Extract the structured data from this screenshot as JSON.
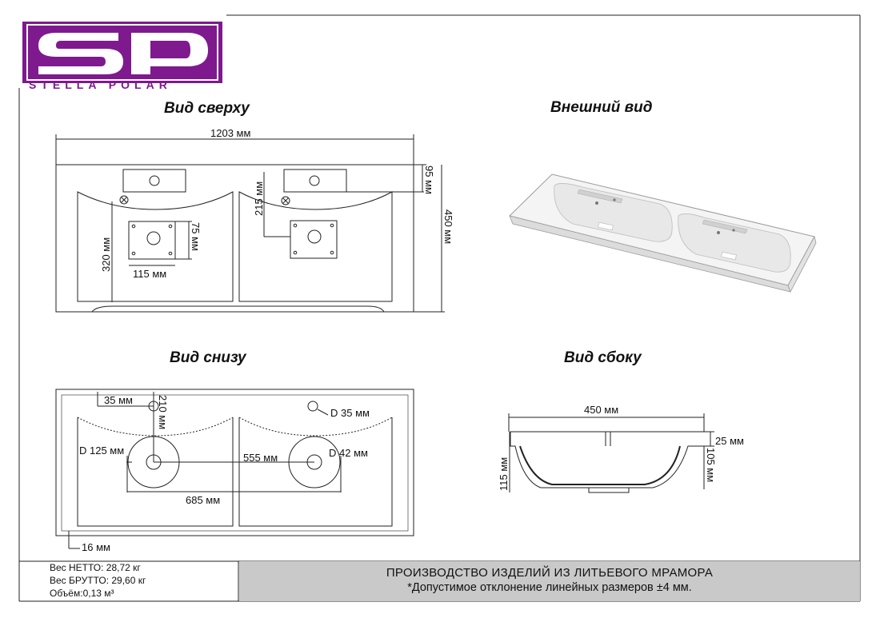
{
  "logo": {
    "letters": "SP",
    "brand_name": "STELLA POLAR",
    "bg_color": "#7e1a8e"
  },
  "views": {
    "top": "Вид сверху",
    "exterior": "Внешний вид",
    "bottom": "Вид снизу",
    "side": "Вид сбоку"
  },
  "top_dims": {
    "width": "1203 мм",
    "depth": "450 мм",
    "faucet_offset": "95 мм",
    "drain_offset": "215 мм",
    "bowl_depth": "320 мм",
    "bracket_height": "75 мм",
    "bracket_width": "115 мм"
  },
  "bottom_dims": {
    "hole_x": "35 мм",
    "hole_y": "210 мм",
    "faucet_hole_d": "D 35 мм",
    "drain_d_left": "D 125 мм",
    "between_bowls": "555 мм",
    "drain_d_right": "D 42 мм",
    "drain_spacing": "685 мм",
    "edge": "16 мм"
  },
  "side_dims": {
    "depth": "450 мм",
    "rim": "25 мм",
    "bowl_height": "105 мм",
    "total_height": "115 мм"
  },
  "specs": {
    "net_weight": "Вес НЕТТО: 28,72 кг",
    "gross_weight": "Вес БРУТТО: 29,60 кг",
    "volume": "Объём:0,13 м³"
  },
  "footer": {
    "line1": "ПРОИЗВОДСТВО ИЗДЕЛИЙ ИЗ ЛИТЬЕВОГО МРАМОРА",
    "line2": "*Допустимое отклонение линейных размеров ±4 мм."
  }
}
